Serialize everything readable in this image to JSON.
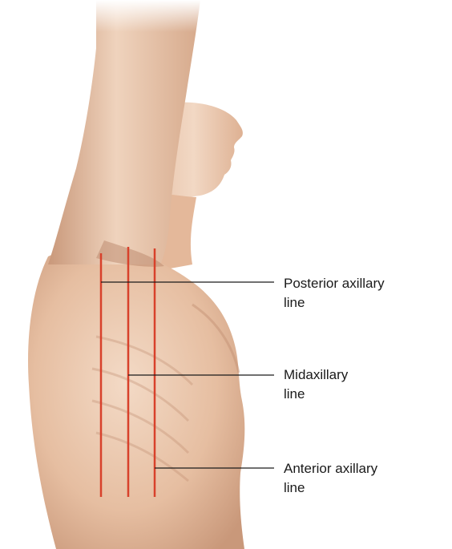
{
  "figure": {
    "colors": {
      "skin_base": "#e9c7ad",
      "skin_shadow": "#c9987a",
      "skin_highlight": "#f7e3d3",
      "reference_line": "#d8412b",
      "leader_line": "#1a1a1a"
    },
    "reference_lines": [
      {
        "key": "posterior",
        "label_line1": "Posterior axillary",
        "label_line2": "line"
      },
      {
        "key": "mid",
        "label_line1": "Midaxillary",
        "label_line2": "line"
      },
      {
        "key": "anterior",
        "label_line1": "Anterior axillary",
        "label_line2": "line"
      }
    ]
  }
}
